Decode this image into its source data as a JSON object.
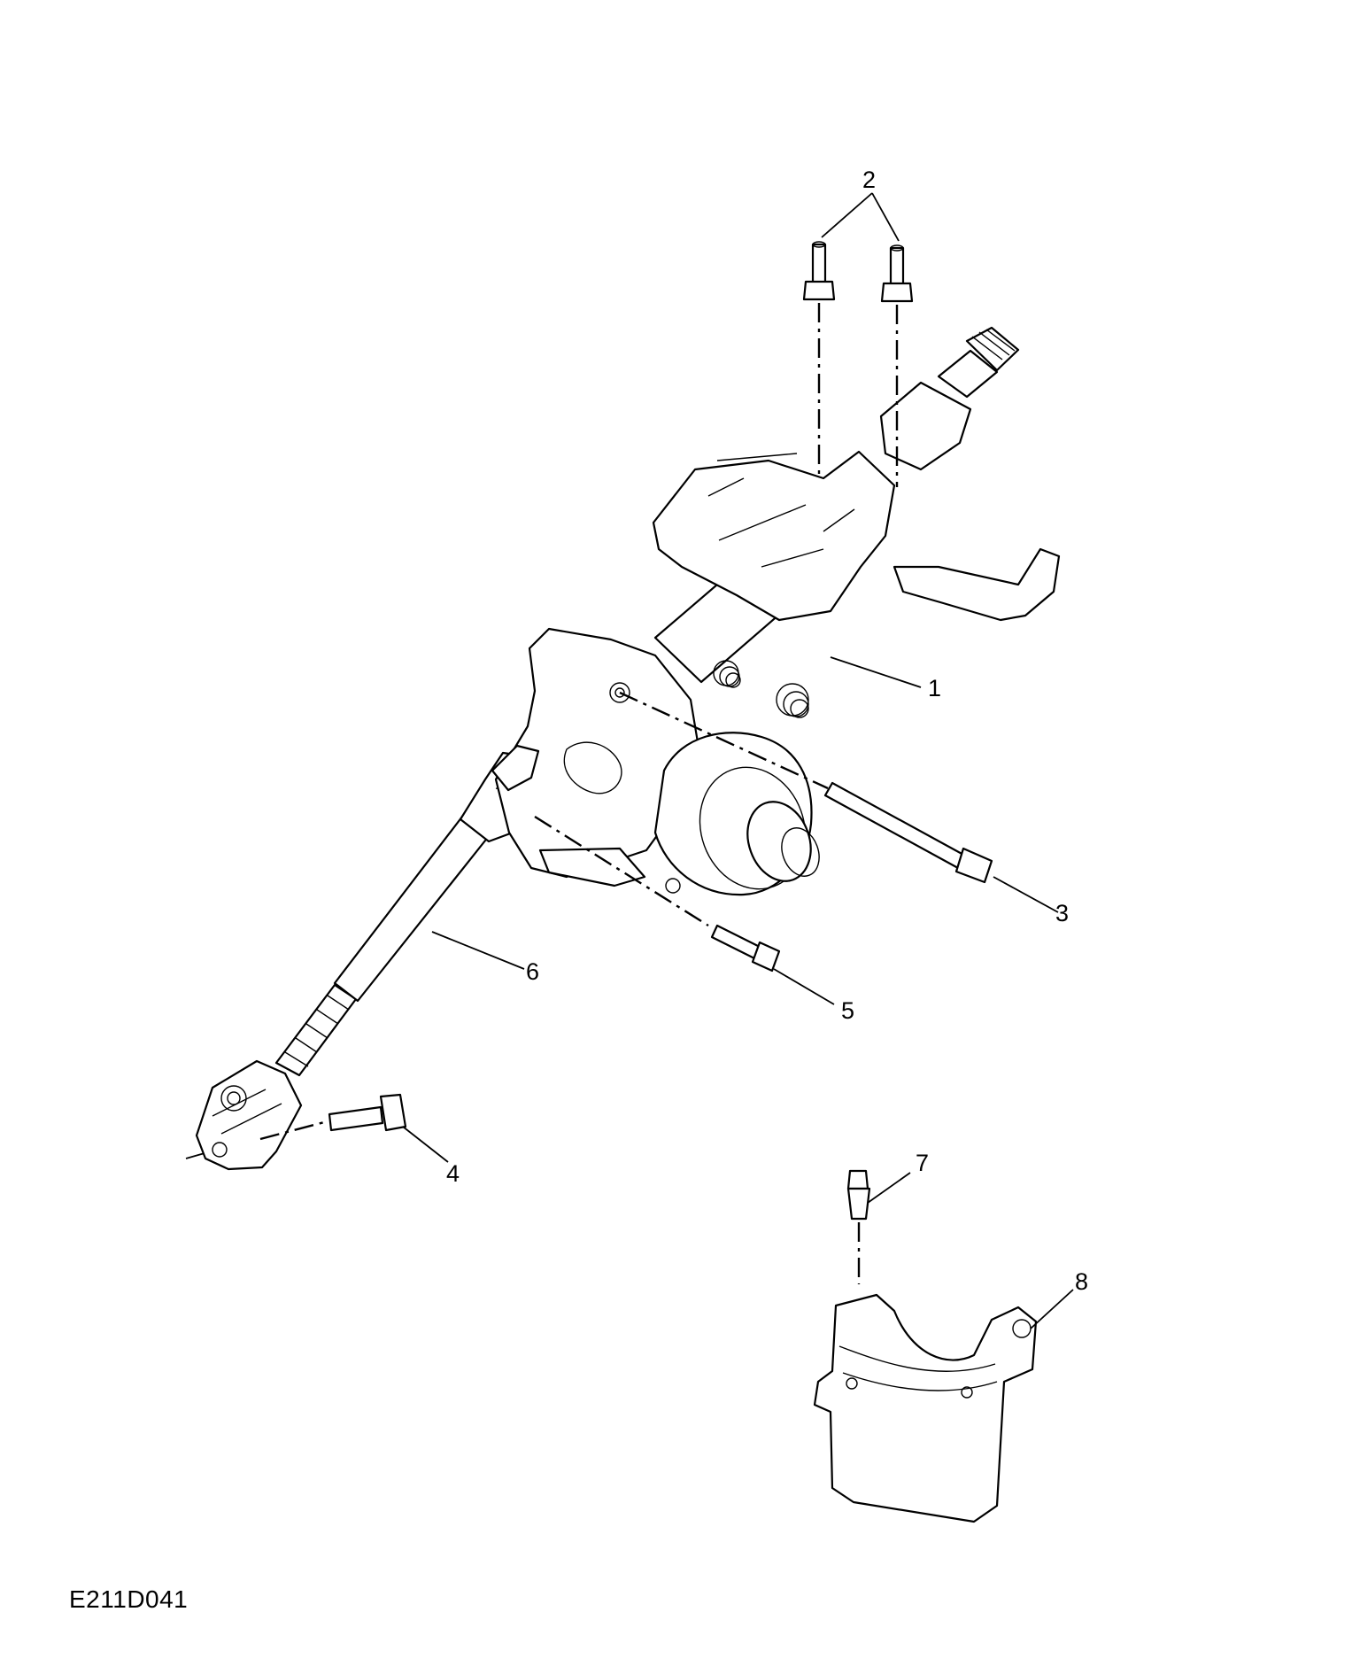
{
  "figure_id": "E211D041",
  "callouts": [
    {
      "id": "1",
      "label": "1"
    },
    {
      "id": "2",
      "label": "2"
    },
    {
      "id": "3",
      "label": "3"
    },
    {
      "id": "4",
      "label": "4"
    },
    {
      "id": "5",
      "label": "5"
    },
    {
      "id": "6",
      "label": "6"
    },
    {
      "id": "7",
      "label": "7"
    },
    {
      "id": "8",
      "label": "8"
    }
  ],
  "colors": {
    "line": "#000000",
    "background": "#ffffff"
  }
}
